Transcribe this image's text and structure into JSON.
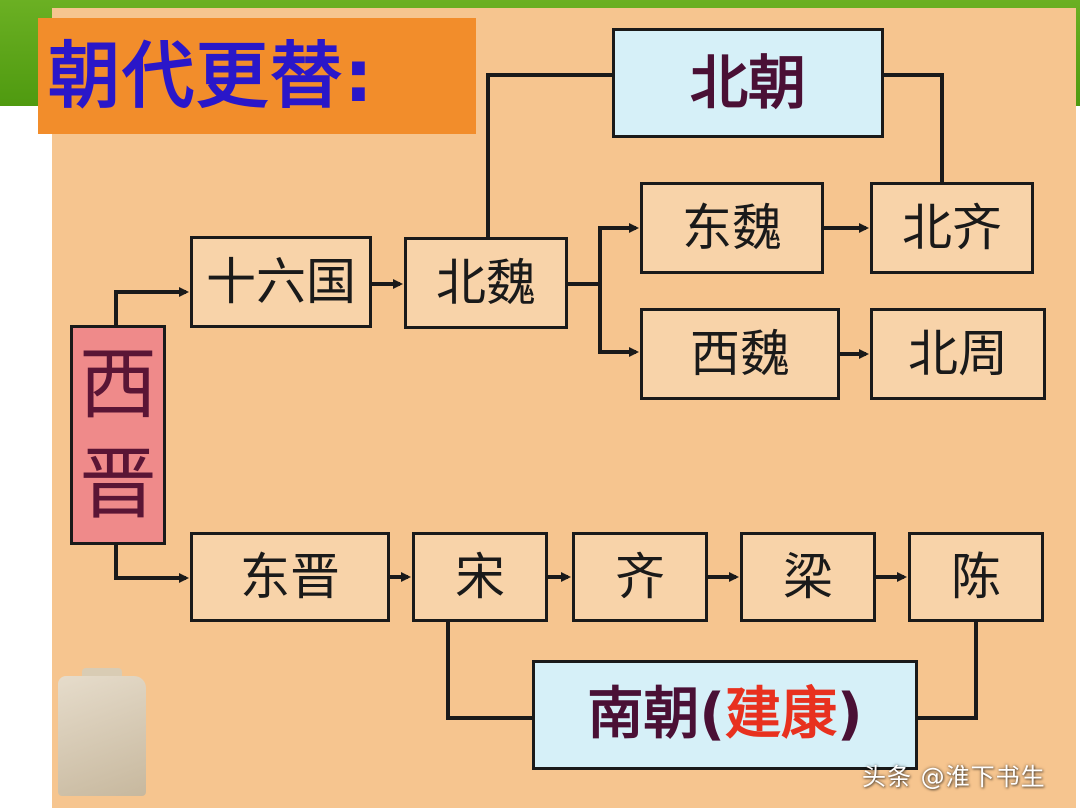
{
  "title": "朝代更替:",
  "nodes": {
    "xijin": [
      "西",
      "晋"
    ],
    "shiliuguo": "十六国",
    "beiwei": "北魏",
    "beichao": "北朝",
    "dongwei": "东魏",
    "beiqi": "北齐",
    "xiwei": "西魏",
    "beizhou": "北周",
    "dongjin": "东晋",
    "song": "宋",
    "qi": "齐",
    "liang": "梁",
    "chen": "陈",
    "nanchao": {
      "main": "南朝(",
      "capital": "建康",
      "close": ")"
    }
  },
  "watermark": "头条 @淮下书生",
  "colors": {
    "title_bg": "#f28d2b",
    "title_text": "#2a17c9",
    "panel_bg": "#f6c58f",
    "box_bg": "#f8d3a9",
    "dynasty_group_bg": "#d6f0f8",
    "xijin_bg": "#ef8a8a",
    "capital_text": "#e8311f",
    "header_green": "#5aa617"
  }
}
